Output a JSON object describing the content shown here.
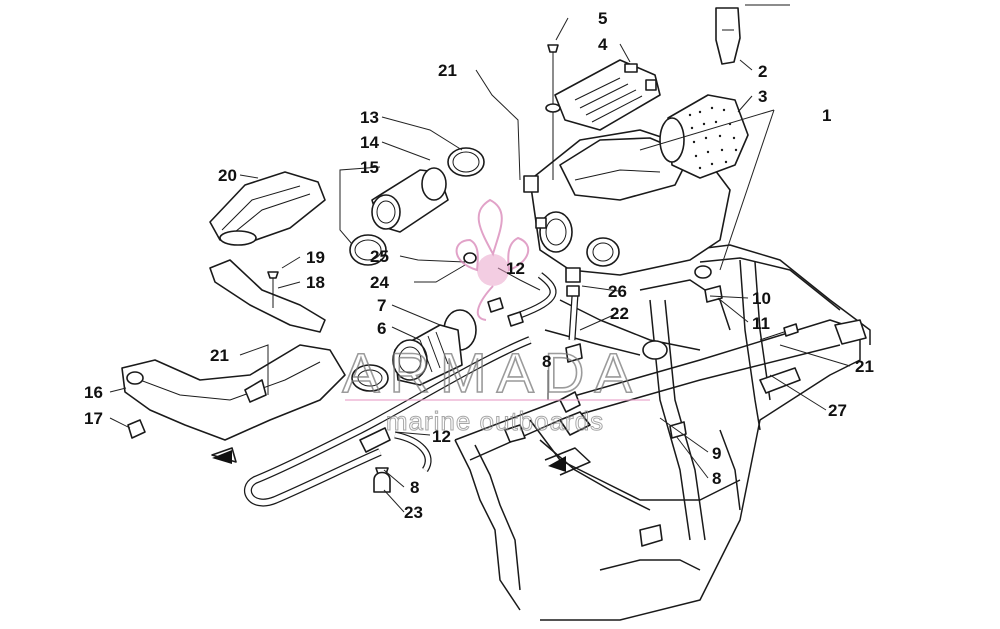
{
  "callouts": [
    {
      "id": "c1",
      "label": "1"
    },
    {
      "id": "c2",
      "label": "2"
    },
    {
      "id": "c3",
      "label": "3"
    },
    {
      "id": "c4",
      "label": "4"
    },
    {
      "id": "c5",
      "label": "5"
    },
    {
      "id": "c6",
      "label": "6"
    },
    {
      "id": "c7",
      "label": "7"
    },
    {
      "id": "c8a",
      "label": "8"
    },
    {
      "id": "c8b",
      "label": "8"
    },
    {
      "id": "c8c",
      "label": "8"
    },
    {
      "id": "c9",
      "label": "9"
    },
    {
      "id": "c10",
      "label": "10"
    },
    {
      "id": "c11",
      "label": "11"
    },
    {
      "id": "c12a",
      "label": "12"
    },
    {
      "id": "c12b",
      "label": "12"
    },
    {
      "id": "c13",
      "label": "13"
    },
    {
      "id": "c14",
      "label": "14"
    },
    {
      "id": "c15",
      "label": "15"
    },
    {
      "id": "c16",
      "label": "16"
    },
    {
      "id": "c17",
      "label": "17"
    },
    {
      "id": "c18",
      "label": "18"
    },
    {
      "id": "c19",
      "label": "19"
    },
    {
      "id": "c20",
      "label": "20"
    },
    {
      "id": "c21a",
      "label": "21"
    },
    {
      "id": "c21b",
      "label": "21"
    },
    {
      "id": "c21c",
      "label": "21"
    },
    {
      "id": "c22",
      "label": "22"
    },
    {
      "id": "c23",
      "label": "23"
    },
    {
      "id": "c24",
      "label": "24"
    },
    {
      "id": "c25",
      "label": "25"
    },
    {
      "id": "c26",
      "label": "26"
    },
    {
      "id": "c27",
      "label": "27"
    }
  ],
  "watermark": {
    "brand": "ARMADA",
    "tagline": "marine outboards",
    "accent_color": "#e8a0c8",
    "text_color": "#7a7a7a"
  }
}
